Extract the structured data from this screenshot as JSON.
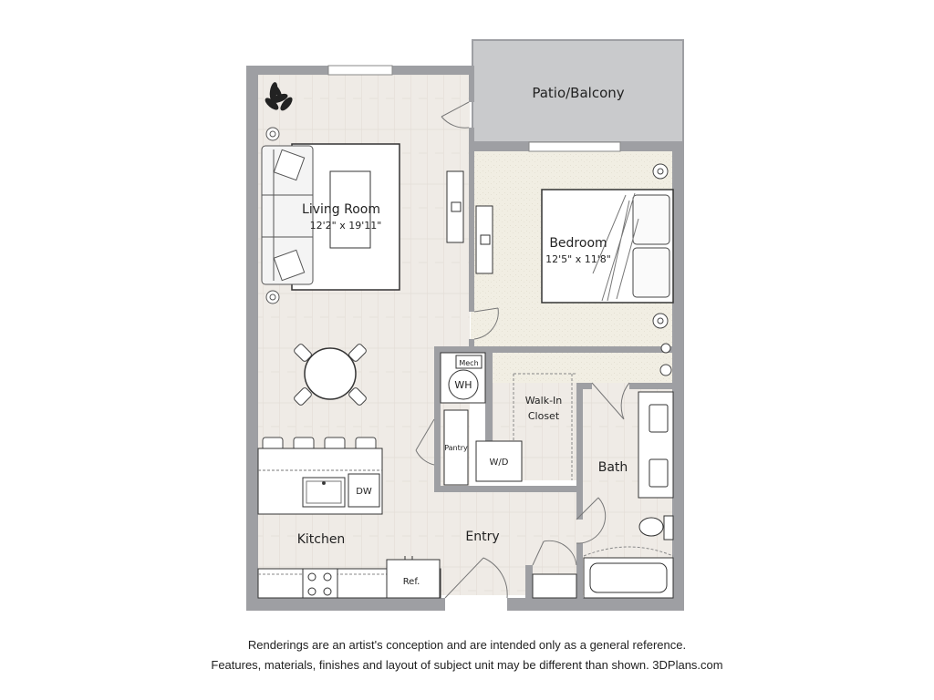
{
  "rooms": {
    "patio": {
      "name": "Patio/Balcony"
    },
    "living": {
      "name": "Living Room",
      "dims": "12'2\" x 19'11\""
    },
    "bedroom": {
      "name": "Bedroom",
      "dims": "12'5\" x 11'8\""
    },
    "closet": {
      "name_line1": "Walk-In",
      "name_line2": "Closet"
    },
    "bath": {
      "name": "Bath"
    },
    "kitchen": {
      "name": "Kitchen"
    },
    "entry": {
      "name": "Entry"
    }
  },
  "fixtures": {
    "mech": "Mech",
    "wh": "WH",
    "pantry": "Pantry",
    "wd": "W/D",
    "dw": "DW",
    "ref": "Ref."
  },
  "disclaimer": {
    "line1": "Renderings are an artist's conception and are intended only as a general reference.",
    "line2": "Features, materials, finishes and layout of subject unit may be different than shown. 3DPlans.com"
  },
  "colors": {
    "wall": "#9e9fa3",
    "wood_floor": "#efebe6",
    "bedroom_carpet": "#f1eee3",
    "patio": "#c9cacc",
    "line": "#555555"
  }
}
